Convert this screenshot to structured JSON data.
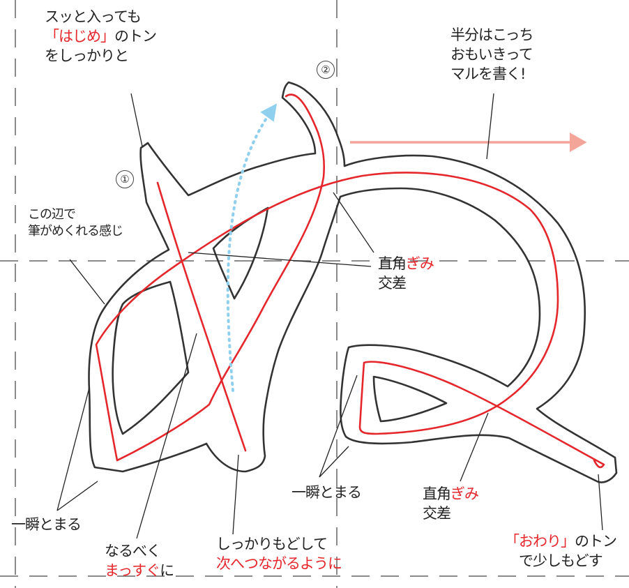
{
  "annotations": {
    "start": {
      "line1": "スッと入っても",
      "line2_red": "「はじめ」",
      "line2_rest": "のトン",
      "line3": "をしっかりと"
    },
    "half_circle": {
      "line1": "半分はこっち",
      "line2": "おもいきって",
      "line3": "マルを書く!"
    },
    "brush_curl": {
      "line1": "この辺で",
      "line2": "筆がめくれる感じ"
    },
    "right_angle_1": {
      "line1_black": "直角",
      "line1_red": "ぎみ",
      "line2": "交差"
    },
    "right_angle_2": {
      "line1_black": "直角",
      "line1_red": "ぎみ",
      "line2": "交差"
    },
    "pause_left": "一瞬とまる",
    "pause_mid": "一瞬とまる",
    "straight": {
      "line1": "なるべく",
      "line2_red": "まっすぐ",
      "line2_rest": "に"
    },
    "return": {
      "line1": "しっかりもどして",
      "line2_red": "次へつながるように"
    },
    "end": {
      "line1_red": "「おわり」",
      "line1_rest": "のトン",
      "line2": "で少しもどす"
    }
  },
  "step_markers": [
    "①",
    "②"
  ],
  "colors": {
    "stroke_red": "#e5262b",
    "outline": "#333333",
    "guide_dashed": "#8a8a8a",
    "arrow_pink": "#f4a59a",
    "dotted_blue": "#8fd0ee"
  }
}
